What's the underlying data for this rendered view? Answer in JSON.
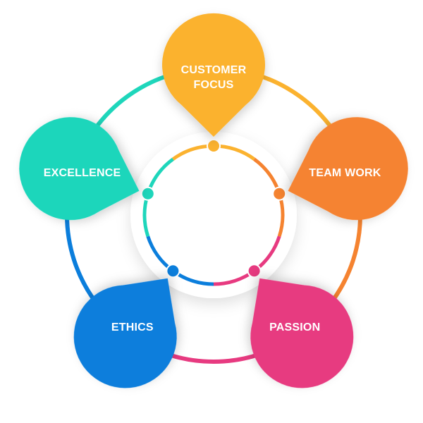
{
  "diagram": {
    "nodes": [
      {
        "id": "customer-focus",
        "lines": [
          "CUSTOMER",
          "FOCUS"
        ],
        "color": "#FBB22F"
      },
      {
        "id": "team-work",
        "lines": [
          "TEAM WORK"
        ],
        "color": "#F58330"
      },
      {
        "id": "passion",
        "lines": [
          "PASSION"
        ],
        "color": "#E73A80"
      },
      {
        "id": "ethics",
        "lines": [
          "ETHICS"
        ],
        "color": "#0B7EDC"
      },
      {
        "id": "excellence",
        "lines": [
          "EXCELLENCE"
        ],
        "color": "#1ED6BB"
      }
    ]
  }
}
